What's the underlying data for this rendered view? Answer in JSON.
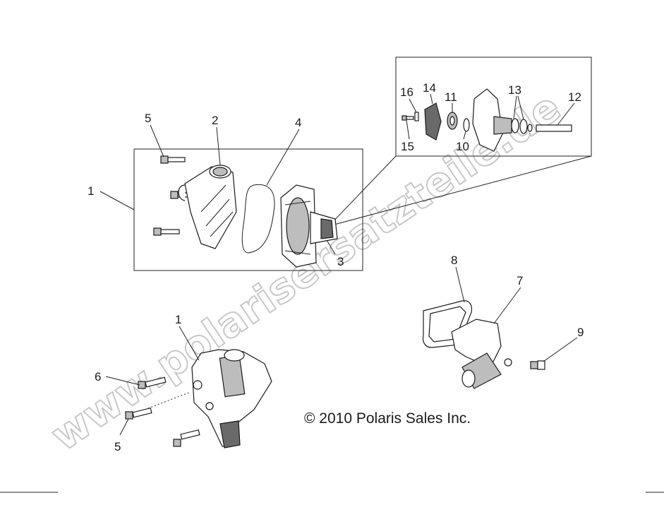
{
  "copyright": "© 2010 Polaris Sales Inc.",
  "watermark": "www.polarisersatzteile.de",
  "callouts": {
    "c1_top": "1",
    "c1_bottom": "1",
    "c2": "2",
    "c3": "3",
    "c4": "4",
    "c5_top": "5",
    "c5_bottom": "5",
    "c6": "6",
    "c7": "7",
    "c8": "8",
    "c9": "9",
    "c10": "10",
    "c11": "11",
    "c12": "12",
    "c13": "13",
    "c14": "14",
    "c15": "15",
    "c16": "16"
  }
}
